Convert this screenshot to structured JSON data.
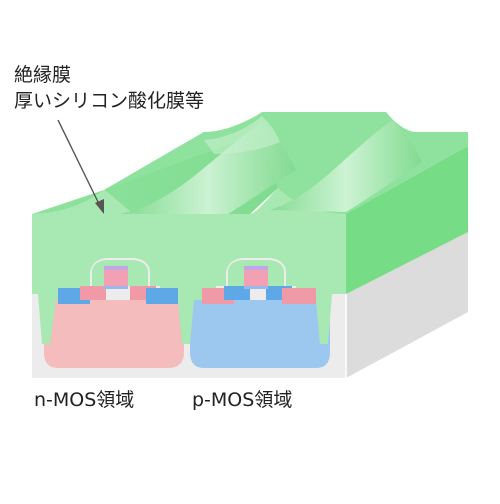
{
  "callout": {
    "line1": "絶縁膜",
    "line2": "厚いシリコン酸化膜等"
  },
  "regions": {
    "n_label": "n-MOS領域",
    "p_label": "p-MOS領域"
  },
  "colors": {
    "insulator_front": "#a8e8b2",
    "insulator_top": "#8fe29e",
    "insulator_side": "#76dd86",
    "substrate_front": "#ececec",
    "substrate_side": "#dcdcdc",
    "n_well": "#f4bcbc",
    "p_well": "#9cc8ef",
    "source_drain_blue": "#5fa8e8",
    "source_drain_pink": "#f09aa8",
    "gate_pink": "#f4a0b4",
    "gate_oxide_blue": "#9ab8f0",
    "gate_oxide_lavender": "#c0a8e4",
    "arrow": "#555555"
  }
}
